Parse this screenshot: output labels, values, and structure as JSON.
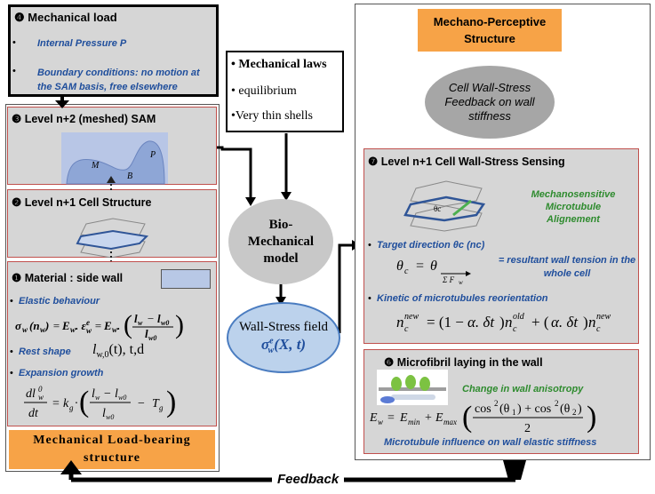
{
  "mechanical_load": {
    "title": "Mechanical load",
    "num": "❹",
    "items": [
      "Internal Pressure P",
      "Boundary conditions: no motion at the SAM basis, free elsewhere"
    ]
  },
  "level_n2": {
    "num": "❸",
    "title": "Level n+2  (meshed) SAM",
    "labels": [
      "M",
      "B",
      "P"
    ]
  },
  "level_n1_cell": {
    "num": "❷",
    "title": "Level n+1 Cell Structure"
  },
  "material": {
    "num": "❶",
    "title": "Material : side wall",
    "elastic_label": "Elastic behaviour",
    "rest_label": "Rest shape",
    "rest_formula": "l",
    "rest_formula_sub": "w,0",
    "rest_formula_rest": "(t), t,d",
    "expansion_label": "Expansion growth"
  },
  "load_bearing_label": "Mechanical Load-bearing structure",
  "mechanical_laws": {
    "title": "Mechanical laws",
    "items": [
      "equilibrium",
      "Very thin shells"
    ]
  },
  "bio_model": "Bio-Mechanical model",
  "wall_stress": {
    "title": "Wall-Stress field"
  },
  "mechano_perceptive": "Mechano-Perceptive Structure",
  "feedback_ellipse": "Cell Wall-Stress Feedback on wall stiffness",
  "sensing": {
    "num": "❼",
    "title": "Level n+1 Cell Wall-Stress Sensing",
    "mechanosensitive": "Mechanosensitive Microtubule Alignement",
    "theta_tag": "θc",
    "target_label": "Target direction  θc (nc)",
    "resultant_label": "= resultant wall tension in the whole cell",
    "kinetic_label": "Kinetic of  microtubules reorientation"
  },
  "microfibril": {
    "num": "❻",
    "title": "Microfibril laying in the wall",
    "change_label": "Change in wall anisotropy",
    "influence_label": "Microtubule influence on wall elastic stiffness"
  },
  "feedback_label": "Feedback",
  "colors": {
    "gray": "#d6d6d6",
    "orange": "#f7a347",
    "blue_text": "#1f4e9c",
    "green_text": "#2e8b2e",
    "frame_red": "#c0504d"
  }
}
